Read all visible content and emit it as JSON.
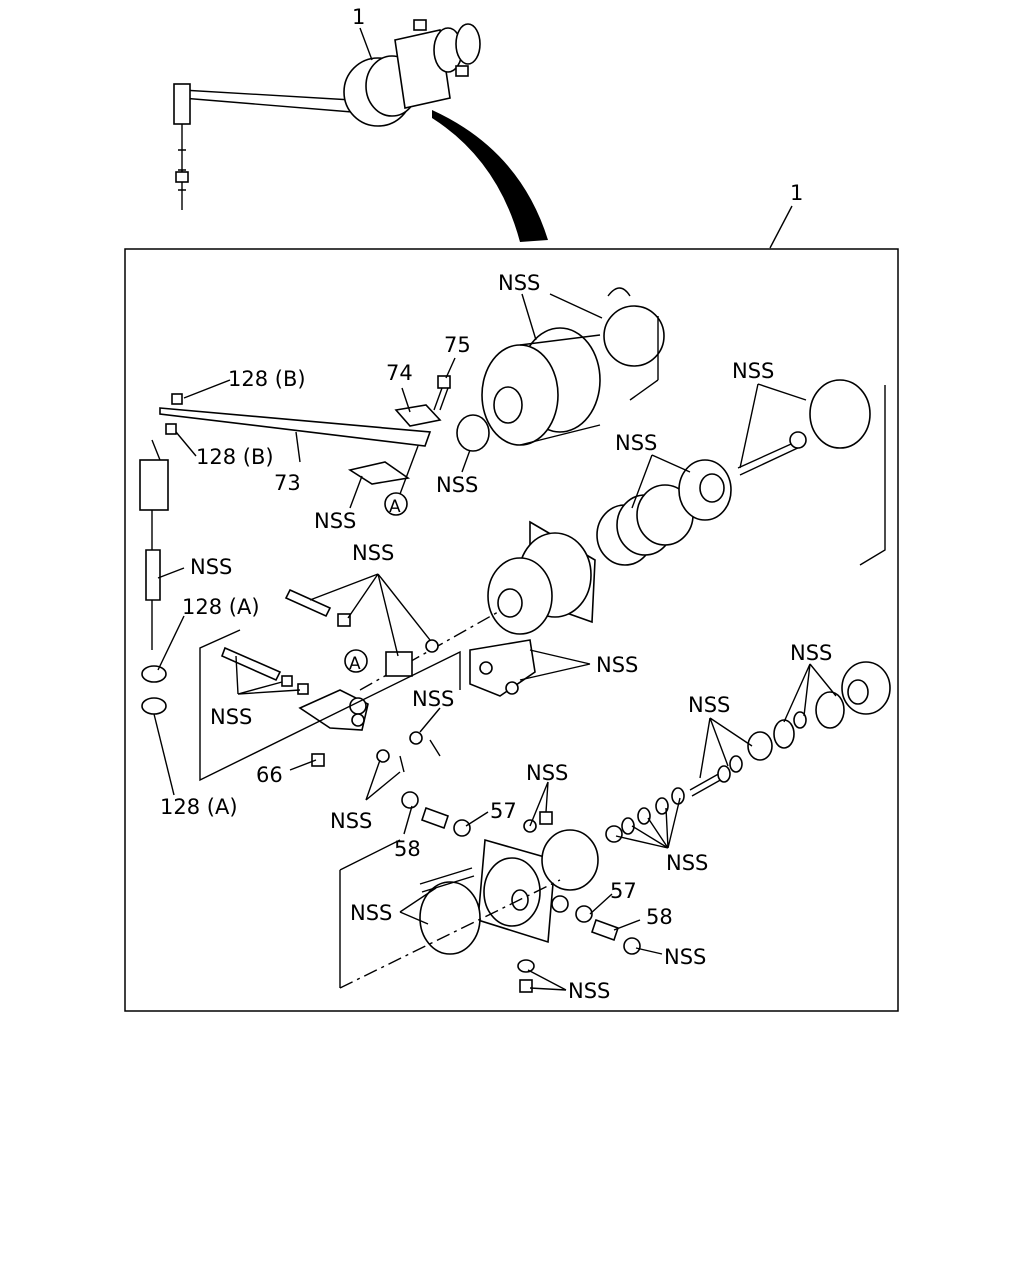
{
  "diagram": {
    "overview_callout": "1",
    "box_callout": "1",
    "circle_marker_a": "A",
    "labels": {
      "nss": "NSS",
      "p128b": "128 (B)",
      "p128a": "128 (A)",
      "p73": "73",
      "p74": "74",
      "p75": "75",
      "p66": "66",
      "p57": "57",
      "p58": "58"
    }
  }
}
